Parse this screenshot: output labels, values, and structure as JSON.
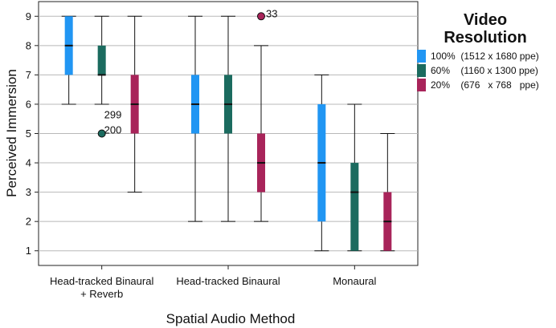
{
  "chart_data": {
    "type": "boxplot",
    "ylabel": "Perceived Immersion",
    "xlabel": "Spatial Audio Method",
    "ylim": [
      0.5,
      9.5
    ],
    "yticks": [
      1,
      2,
      3,
      4,
      5,
      6,
      7,
      8,
      9
    ],
    "grid": "horizontal",
    "legend_position": "right",
    "legend_title": [
      "Video",
      "Resolution"
    ],
    "categories": [
      [
        "Head-tracked Binaural",
        "+ Reverb"
      ],
      [
        "Head-tracked Binaural"
      ],
      [
        "Monaural"
      ]
    ],
    "series": [
      {
        "name": "100%  (1512 x 1680 ppe)",
        "color": "#2196f3",
        "boxes": [
          {
            "whisker_low": 6,
            "q1": 7,
            "median": 8,
            "q3": 9,
            "whisker_high": 9
          },
          {
            "whisker_low": 2,
            "q1": 5,
            "median": 6,
            "q3": 7,
            "whisker_high": 9
          },
          {
            "whisker_low": 1,
            "q1": 2,
            "median": 4,
            "q3": 6,
            "whisker_high": 7
          }
        ]
      },
      {
        "name": "60%    (1160 x 1300 ppe)",
        "color": "#1b6b5f",
        "boxes": [
          {
            "whisker_low": 6,
            "q1": 7,
            "median": 7,
            "q3": 8,
            "whisker_high": 9
          },
          {
            "whisker_low": 2,
            "q1": 5,
            "median": 6,
            "q3": 7,
            "whisker_high": 9
          },
          {
            "whisker_low": 1,
            "q1": 1,
            "median": 3,
            "q3": 4,
            "whisker_high": 6
          }
        ]
      },
      {
        "name": "20%    (676   x 768   ppe)",
        "color": "#a8245a",
        "boxes": [
          {
            "whisker_low": 3,
            "q1": 5,
            "median": 6,
            "q3": 7,
            "whisker_high": 9
          },
          {
            "whisker_low": 2,
            "q1": 3,
            "median": 4,
            "q3": 5,
            "whisker_high": 8
          },
          {
            "whisker_low": 1,
            "q1": 1,
            "median": 2,
            "q3": 3,
            "whisker_high": 5
          }
        ]
      }
    ],
    "outliers": [
      {
        "category": 0,
        "series": 1,
        "value": 5,
        "labels": [
          "299",
          "200"
        ]
      },
      {
        "category": 1,
        "series": 2,
        "value": 9,
        "labels": [
          "33"
        ]
      }
    ]
  }
}
